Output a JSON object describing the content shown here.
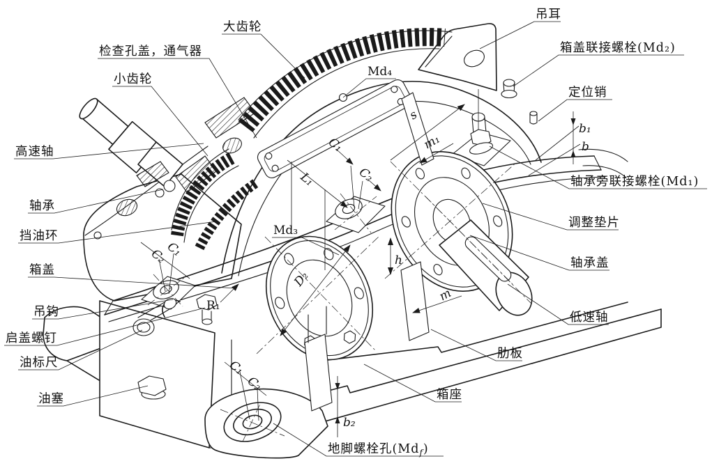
{
  "diagram": {
    "background": "#ffffff",
    "line_color": "#1a1a1a",
    "subject_labels_language": "zh-CN"
  },
  "part_labels": [
    {
      "id": "large-gear",
      "text": "大齿轮"
    },
    {
      "id": "inspection-cover-breather",
      "text": "检查孔盖，通气器"
    },
    {
      "id": "pinion",
      "text": "小齿轮"
    },
    {
      "id": "high-speed-shaft",
      "text": "高速轴"
    },
    {
      "id": "bearing",
      "text": "轴承"
    },
    {
      "id": "oil-retaining-ring",
      "text": "挡油环"
    },
    {
      "id": "box-cover",
      "text": "箱盖"
    },
    {
      "id": "lifting-hook",
      "text": "吊钩"
    },
    {
      "id": "cover-lifting-screw",
      "text": "启盖螺钉"
    },
    {
      "id": "oil-dipstick",
      "text": "油标尺"
    },
    {
      "id": "oil-plug",
      "text": "油塞"
    },
    {
      "id": "lifting-ear",
      "text": "吊耳"
    },
    {
      "id": "cover-connecting-bolt",
      "text": "箱盖联接螺栓(Md₂)"
    },
    {
      "id": "locating-pin",
      "text": "定位销"
    },
    {
      "id": "bearing-side-connecting-bolt",
      "text": "轴承旁联接螺栓(Md₁)"
    },
    {
      "id": "adjusting-shim",
      "text": "调整垫片"
    },
    {
      "id": "bearing-cover",
      "text": "轴承盖"
    },
    {
      "id": "low-speed-shaft",
      "text": "低速轴"
    },
    {
      "id": "rib-plate",
      "text": "肋板"
    },
    {
      "id": "box-seat",
      "text": "箱座"
    }
  ],
  "anchor_bolt_label": {
    "pre": "地脚螺栓孔(Md",
    "sub": "f",
    "post": ")"
  },
  "dim_labels": {
    "md4": "Md₄",
    "md3": "Md₃",
    "d2": "D₂",
    "r1": "R₁",
    "l1": "L₁",
    "c1_top": "C₁",
    "c2_top": "C₂",
    "c2_left": "C₂",
    "c1_left": "C₁",
    "c1_foot": "C₁",
    "c2_foot": "C₂",
    "b1": "b₁",
    "b": "b",
    "b2": "b₂",
    "h": "h",
    "m": "m",
    "m1": "m₁",
    "s": "s"
  }
}
